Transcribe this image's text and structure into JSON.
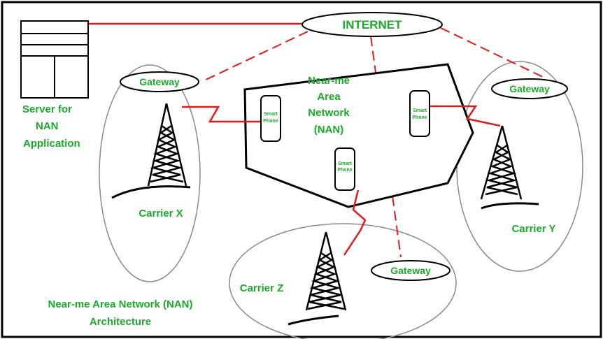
{
  "diagram": {
    "internet": "INTERNET",
    "server": [
      "Server for",
      "NAN",
      "Application"
    ],
    "nan": [
      "Near-me",
      "Area",
      "Network",
      "(NAN)"
    ],
    "gateway_x": "Gateway",
    "gateway_y": "Gateway",
    "gateway_z": "Gateway",
    "carrier_x": "Carrier X",
    "carrier_y": "Carrier Y",
    "carrier_z": "Carrier Z",
    "phone_left": [
      "Smart",
      "Phone"
    ],
    "phone_right": [
      "Smart",
      "Phone"
    ],
    "phone_center": [
      "Smart",
      "Phone"
    ],
    "caption": [
      "Near-me Area Network (NAN)",
      "Architecture"
    ]
  },
  "colors": {
    "label_green": "#1aaa2a",
    "link_red": "#e01b1b",
    "outline_black": "#000000",
    "ellipse_gray": "#8a8a8a"
  }
}
